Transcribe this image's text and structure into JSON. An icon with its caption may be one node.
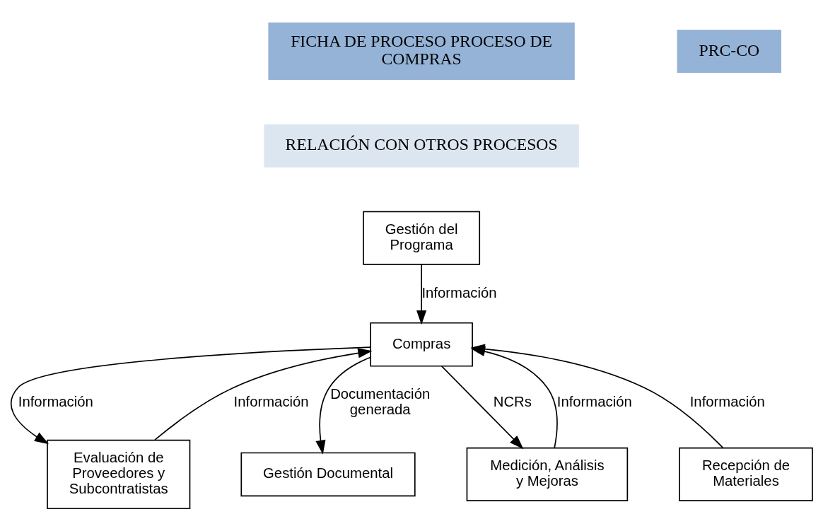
{
  "diagram": {
    "nodes": [
      {
        "text": [
          "Gestión del Programa"
        ]
      },
      {
        "text": [
          "Gestión Documental"
        ]
      },
      {
        "text": [
          "Evaluación de Proveedores y Subcontratistas"
        ]
      },
      {
        "text": [
          "Compras"
        ]
      },
      {
        "text": [
          "Medición, Análisis y Mejoras"
        ]
      },
      {
        "text": [
          "Recepción de Materiales"
        ]
      }
    ],
    "edges": [
      {
        "from": 0,
        "to": 3,
        "arrow": "to",
        "label": "Información"
      },
      {
        "from": 3,
        "to": 1,
        "arrow": "to",
        "label": "Documentación generada"
      },
      {
        "from": 3,
        "to": 2,
        "arrow": "to",
        "label": "Información"
      },
      {
        "from": 2,
        "to": 3,
        "arrow": "to",
        "label": "Información"
      },
      {
        "from": 4,
        "to": 3,
        "arrow": "to",
        "label": "Información"
      },
      {
        "from": 3,
        "to": 4,
        "arrow": "to",
        "label": "NCRs"
      },
      {
        "from": 5,
        "to": 3,
        "arrow": "to",
        "label": "Información"
      }
    ],
    "labels": [
      "FICHA DE PROCESO PROCESO DE COMPRAS",
      "PRC-CO",
      "RELACIÓN CON OTROS PROCESOS"
    ]
  }
}
